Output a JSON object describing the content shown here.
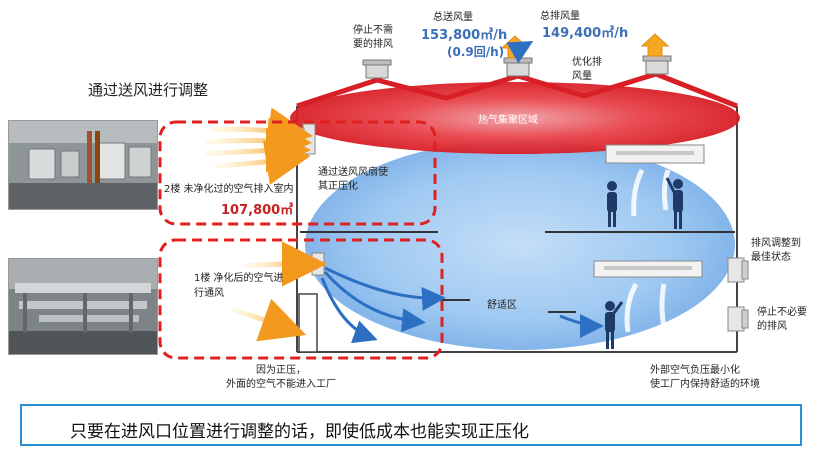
{
  "page_title": "通过送风进行调整",
  "roof_labels": {
    "stop_unneeded_exhaust": "停止不需\n要的排风",
    "total_supply_label": "总送风量",
    "total_supply_value": "153,800㎥/h",
    "total_supply_ratio": "(0.9回/h)",
    "total_exhaust_label": "总排风量",
    "total_exhaust_value": "149,400㎥/h",
    "optimize_exhaust": "优化排\n风量"
  },
  "hot_air_zone": "热气集聚区域",
  "floor2": {
    "note": "2楼 未净化过的空气排入室内",
    "value": "107,800㎥",
    "fan_note": "通过送风风扇使\n其正压化"
  },
  "floor1": {
    "note": "1楼 净化后的空气进\n行通风"
  },
  "comfort_zone": "舒适区",
  "right_labels": {
    "adjust_exhaust": "排风调整到\n最佳状态",
    "stop_exhaust": "停止不必要\n的排风",
    "outside_pressure": "外部空气负压最小化\n使工厂内保持舒适的环境"
  },
  "positive_pressure_note": "因为正压，\n外面的空气不能进入工厂",
  "bottom_caption": "只要在进风口位置进行调整的话，即使低成本也能实现正压化",
  "colors": {
    "accent_blue": "#2a8fd6",
    "value_blue": "#3b6fb6",
    "dashed_red": "#e02020",
    "value_red": "#c62020",
    "roof_red": "#d81f26",
    "hot_zone": "#e8434a",
    "comfort_blue": "#7fb7ee"
  },
  "icons": [
    "fan-icon",
    "person-icon",
    "air-conditioner-icon",
    "exhaust-vent-icon",
    "arrow-icon"
  ]
}
